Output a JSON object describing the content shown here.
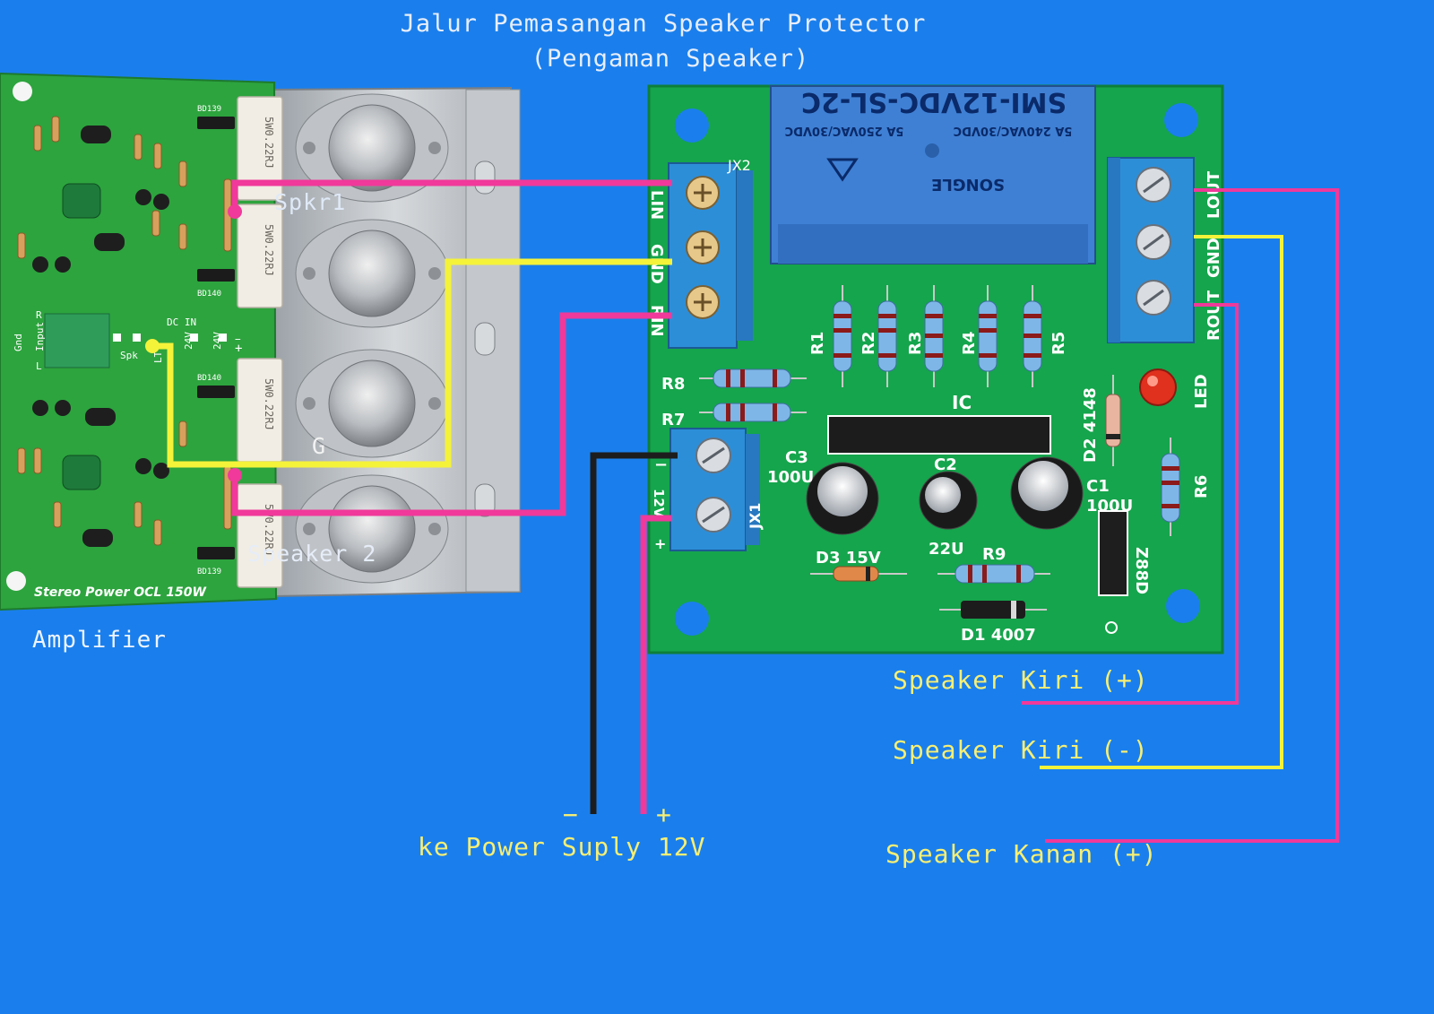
{
  "title": {
    "line1": "Jalur Pemasangan Speaker Protector",
    "line2": "(Pengaman Speaker)"
  },
  "amplifier": {
    "caption": "Amplifier",
    "board_brand": "Stereo Power OCL 150W",
    "labels": {
      "spkr1": "Spkr1",
      "g": "G",
      "speaker2": "Speaker 2",
      "dc_in": "DC IN",
      "v24a": "24V",
      "v24b": "24V",
      "input": "Input",
      "gnd": "Gnd",
      "r": "R",
      "l": "L",
      "spk": "Spk",
      "lt": "LT",
      "minus": "−",
      "plus": "+",
      "res1": "5W0.22RJ",
      "res2": "5W0.22RJ",
      "res3": "5W0.22RJ",
      "res4": "5W0.22RJ",
      "bd139": "BD139",
      "bd140a": "BD140",
      "bd140b": "BD140",
      "bd139b": "BD139"
    }
  },
  "protector": {
    "relay": {
      "model": "SMI-12VDC-SL-2C",
      "brand": "SONGLE",
      "rating1": "5A 250VAC/30VDC",
      "rating2": "5A 240VAC/30VDC"
    },
    "connectors": {
      "jx2": "JX2",
      "jx1": "JX1",
      "lin": "LIN",
      "gnd_left": "GND",
      "rin": "RIN",
      "lout": "LOUT",
      "gnd_right": "GND",
      "rout": "ROUT",
      "minus": "−",
      "v12": "12V",
      "plus": "+"
    },
    "components": {
      "r1": "R1",
      "r2": "R2",
      "r3": "R3",
      "r4": "R4",
      "r5": "R5",
      "r6": "R6",
      "r7": "R7",
      "r8": "R8",
      "r9": "R9",
      "ic": "IC",
      "led": "LED",
      "d2": "D2 4148",
      "c3": "C3",
      "c3v": "100U",
      "c2": "C2",
      "c2v": "22U",
      "c1": "C1",
      "c1v": "100U",
      "d3": "D3 15V",
      "d1": "D1 4007",
      "zbbd": "Z88D"
    }
  },
  "power": {
    "minus": "−",
    "plus": "+",
    "label": "ke Power Suply 12V"
  },
  "outputs": {
    "left_plus": "Speaker Kiri (+)",
    "left_minus": "Speaker Kiri (-)",
    "right_plus": "Speaker Kanan (+)"
  },
  "colors": {
    "background": "#1a7fec",
    "pink_wire": "#f0399a",
    "yellow_wire": "#f5f23a",
    "black_wire": "#1d1d1d",
    "pcb_green": "#15a54c",
    "amp_green": "#2da43e",
    "terminal_blue": "#2d8ed8",
    "relay_blue": "#3f80d4",
    "label_yellow": "#f7ef74"
  }
}
